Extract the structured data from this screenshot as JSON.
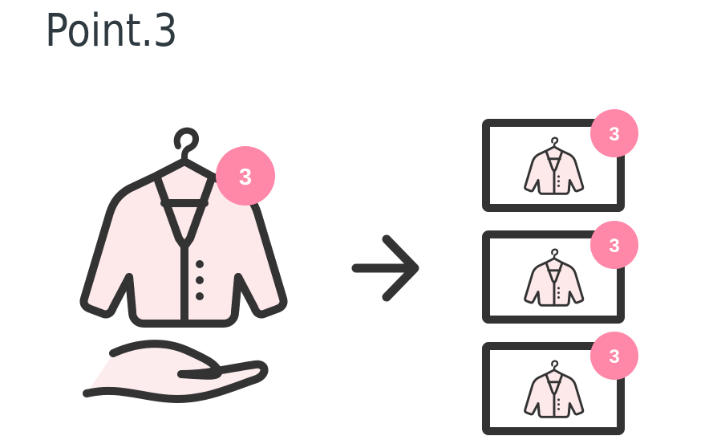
{
  "title": "Point.3",
  "colors": {
    "stroke": "#333333",
    "fill_pink": "#fde8ea",
    "badge": "#ff87a7",
    "badge_text": "#ffffff",
    "title": "#2e3a40"
  },
  "source_item": {
    "icon": "jacket-on-hanger-icon",
    "badge_value": "3",
    "support_icon": "open-hand-icon"
  },
  "arrow": {
    "icon": "arrow-right-icon"
  },
  "outputs": [
    {
      "icon": "jacket-on-hanger-icon",
      "badge_value": "3"
    },
    {
      "icon": "jacket-on-hanger-icon",
      "badge_value": "3"
    },
    {
      "icon": "jacket-on-hanger-icon",
      "badge_value": "3"
    }
  ]
}
